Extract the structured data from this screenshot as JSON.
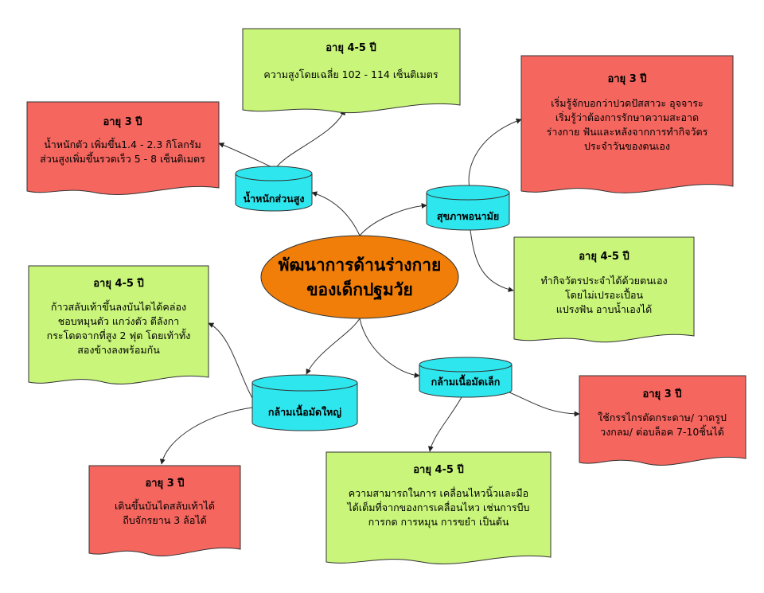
{
  "diagram": {
    "center": {
      "lines": [
        "พัฒนาการด้านร่างกาย",
        "ของเด็กปฐมวัย"
      ],
      "color": "#f07e08"
    },
    "colors": {
      "red_box": "#f5665f",
      "green_box": "#c8f57a",
      "cylinder": "#2ee6ed"
    },
    "categories": {
      "weight_height": "น้ำหนักส่วนสูง",
      "health": "สุขภาพอนามัย",
      "gross_motor": "กล้ามเนื้อมัดใหญ่",
      "fine_motor": "กล้ามเนื้อมัดเล็ก"
    },
    "boxes": {
      "wh_age45": {
        "title": "อายุ 4-5 ปี",
        "lines": [
          "ความสูงโดยเฉลี่ย  102 - 114 เซ็นติเมตร"
        ]
      },
      "wh_age3": {
        "title": "อายุ 3 ปี",
        "lines": [
          "น้ำหนักตัว เพิ่มขึ้น1.4 - 2.3 กิโลกรัม",
          "ส่วนสูงเพิ่มขึ้นรวดเร็ว 5 - 8 เซ็นติเมตร"
        ]
      },
      "health_age3": {
        "title": "อายุ 3 ปี",
        "lines": [
          "เริ่มรู้จักบอกว่าปวดปัสสาวะ อุจจาระ",
          "เริ่มรู้ว่าต้องการรักษาความสะอาด",
          "ร่างกาย ฟันและหลังจากการทำกิจวัตร",
          "ประจำวันของตนเอง"
        ]
      },
      "health_age45": {
        "title": "อายุ 4-5 ปี",
        "lines": [
          "ทำกิจวัตรประจำได้ด้วยตนเอง",
          "โดยไม่เปรอะเปื้อน",
          "แปรงฟัน อาบน้ำเองได้"
        ]
      },
      "gross_age45": {
        "title": "อายุ 4-5 ปี",
        "lines": [
          "ก้าวสลับเท้าขึ้นลงบันไดได้คล่อง",
          "ชอบหมุนตัว แกว่งตัว ตีลังกา",
          "กระโดดจากที่สูง 2 ฟุต โดยเท้าทั้ง",
          "สองข้างลงพร้อมกัน"
        ]
      },
      "gross_age3": {
        "title": "อายุ 3 ปี",
        "lines": [
          "เดินขึ้นบันไดสลับเท้าได้",
          "ถีบจักรยาน 3 ล้อได้"
        ]
      },
      "fine_age3": {
        "title": "อายุ 3 ปี",
        "lines": [
          "ใช้กรรไกรตัดกระดาษ/ วาดรูป",
          "วงกลม/ ต่อบล็อค 7-10ชิ้นได้"
        ]
      },
      "fine_age45": {
        "title": "อายุ 4-5 ปี",
        "lines": [
          "ความสามารถในการ เคลื่อนไหวนิ้วและมือ",
          "ได้เต็มที่จากของการเคลื่อนไหว เช่นการบีบ",
          "การกด การหมุน การขยำ เป็นต้น"
        ]
      }
    }
  }
}
